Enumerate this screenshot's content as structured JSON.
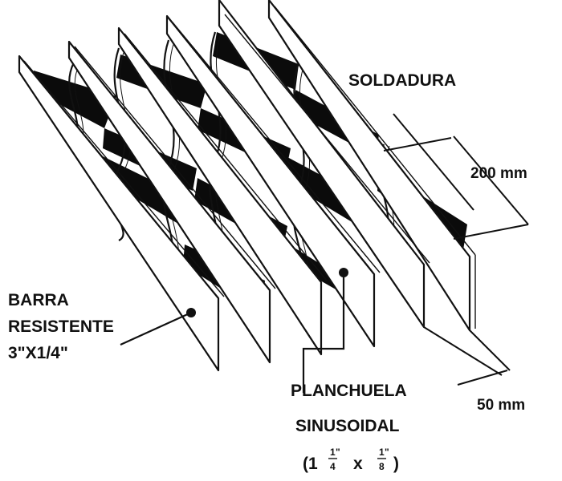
{
  "labels": {
    "soldadura": "SOLDADURA",
    "dim_200": "200 mm",
    "dim_50": "50 mm",
    "barra_1": "BARRA",
    "barra_2": "RESISTENTE",
    "barra_3": "3\"X1/4\"",
    "planchuela_1": "PLANCHUELA",
    "planchuela_2": "SINUSOIDAL",
    "planchuela_3_open": "(1 ",
    "planchuela_3_frac1_num": "1",
    "planchuela_3_frac1_quote": "\"",
    "planchuela_3_frac1_den": "4",
    "planchuela_3_x": "x ",
    "planchuela_3_frac2_num": "1",
    "planchuela_3_frac2_quote": "\"",
    "planchuela_3_frac2_den": "8",
    "planchuela_3_close": ")"
  },
  "colors": {
    "ink": "#111111",
    "fill": "#0b0b0b",
    "background": "#ffffff"
  }
}
